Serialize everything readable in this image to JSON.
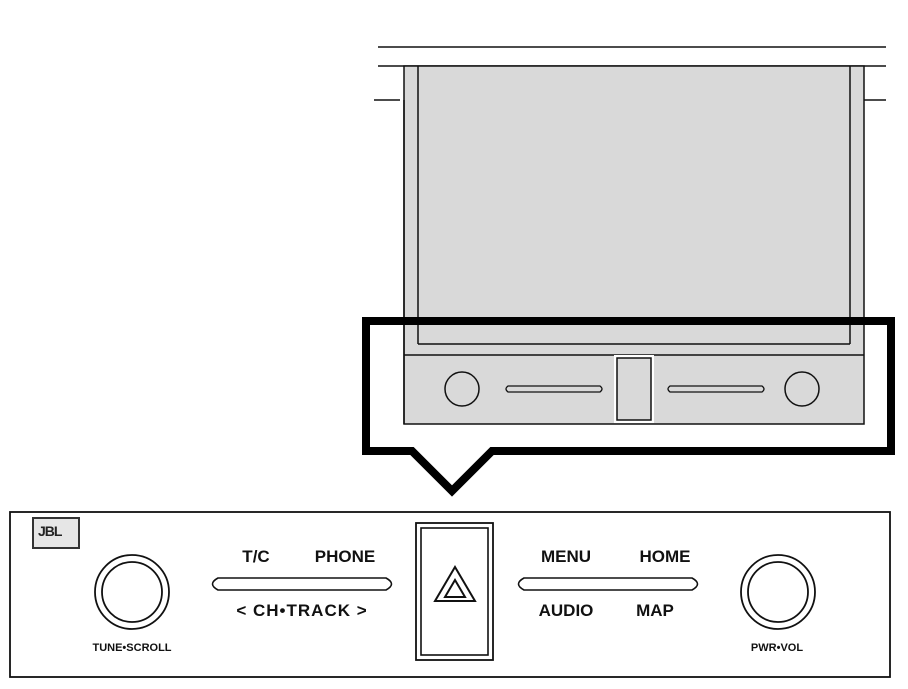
{
  "panel": {
    "logo": "JBL",
    "left_rocker": {
      "top_left": "T/C",
      "top_right": "PHONE",
      "bottom": "< CH•TRACK >"
    },
    "right_rocker": {
      "top_left": "MENU",
      "top_right": "HOME",
      "bottom_left": "AUDIO",
      "bottom_right": "MAP"
    },
    "left_knob_label": "TUNE•SCROLL",
    "right_knob_label": "PWR•VOL",
    "center_button_icon": "hazard-triangle-icon"
  },
  "colors": {
    "screen_fill": "#d9d9d9",
    "line": "#111111",
    "callout_border": "#000000",
    "background": "#ffffff"
  }
}
